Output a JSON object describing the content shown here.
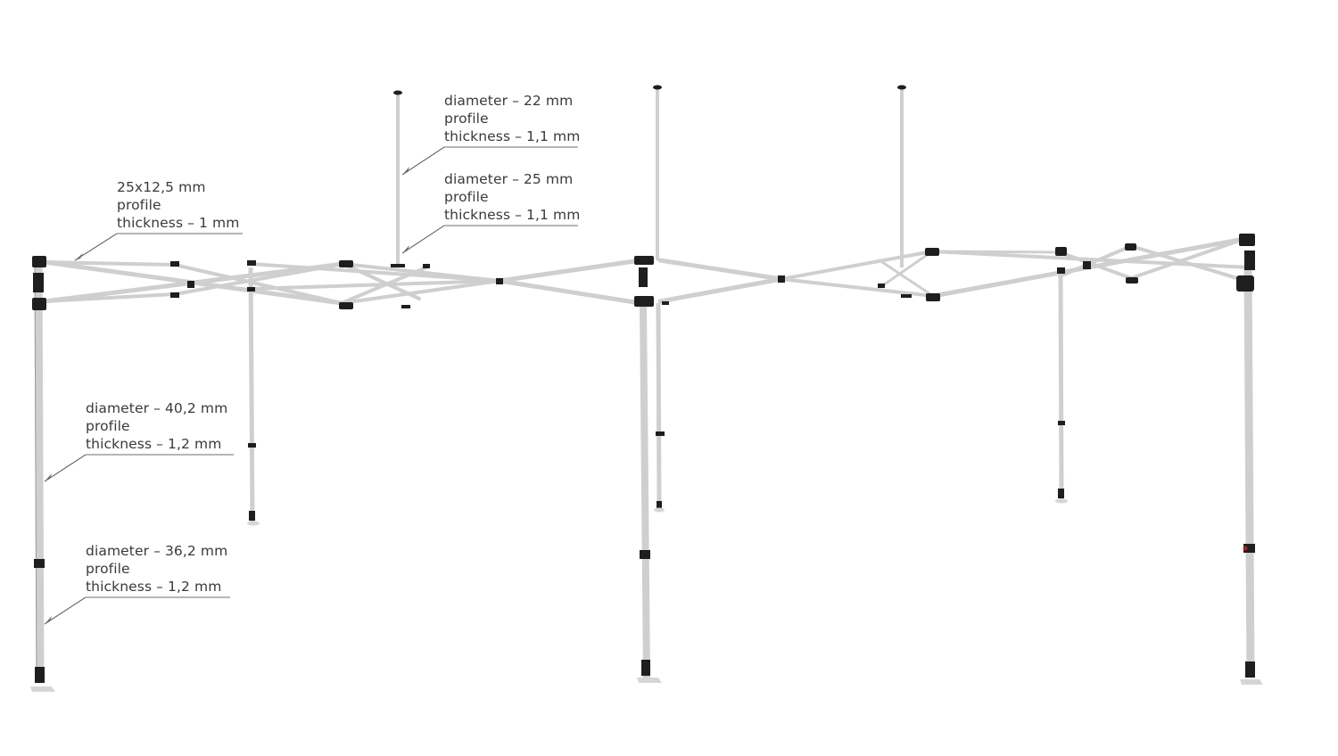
{
  "diagram": {
    "subject": "pop-up canopy frame",
    "colors": {
      "background": "#ffffff",
      "tube": "#cfcfcf",
      "joint": "#1e1e1e",
      "text": "#3a3a3a",
      "leader": "#6a6a6a"
    }
  },
  "annotations": [
    {
      "id": "truss-profile",
      "lines": [
        "25x12,5 mm",
        "profile",
        "thickness – 1 mm"
      ]
    },
    {
      "id": "center-pole-upper",
      "lines": [
        "diameter – 22 mm",
        "profile",
        "thickness – 1,1 mm"
      ]
    },
    {
      "id": "center-pole-lower",
      "lines": [
        "diameter – 25 mm",
        "profile",
        "thickness – 1,1 mm"
      ]
    },
    {
      "id": "leg-upper",
      "lines": [
        "diameter – 40,2 mm",
        "profile",
        "thickness – 1,2 mm"
      ]
    },
    {
      "id": "leg-lower",
      "lines": [
        "diameter – 36,2 mm",
        "profile",
        "thickness – 1,2 mm"
      ]
    }
  ]
}
